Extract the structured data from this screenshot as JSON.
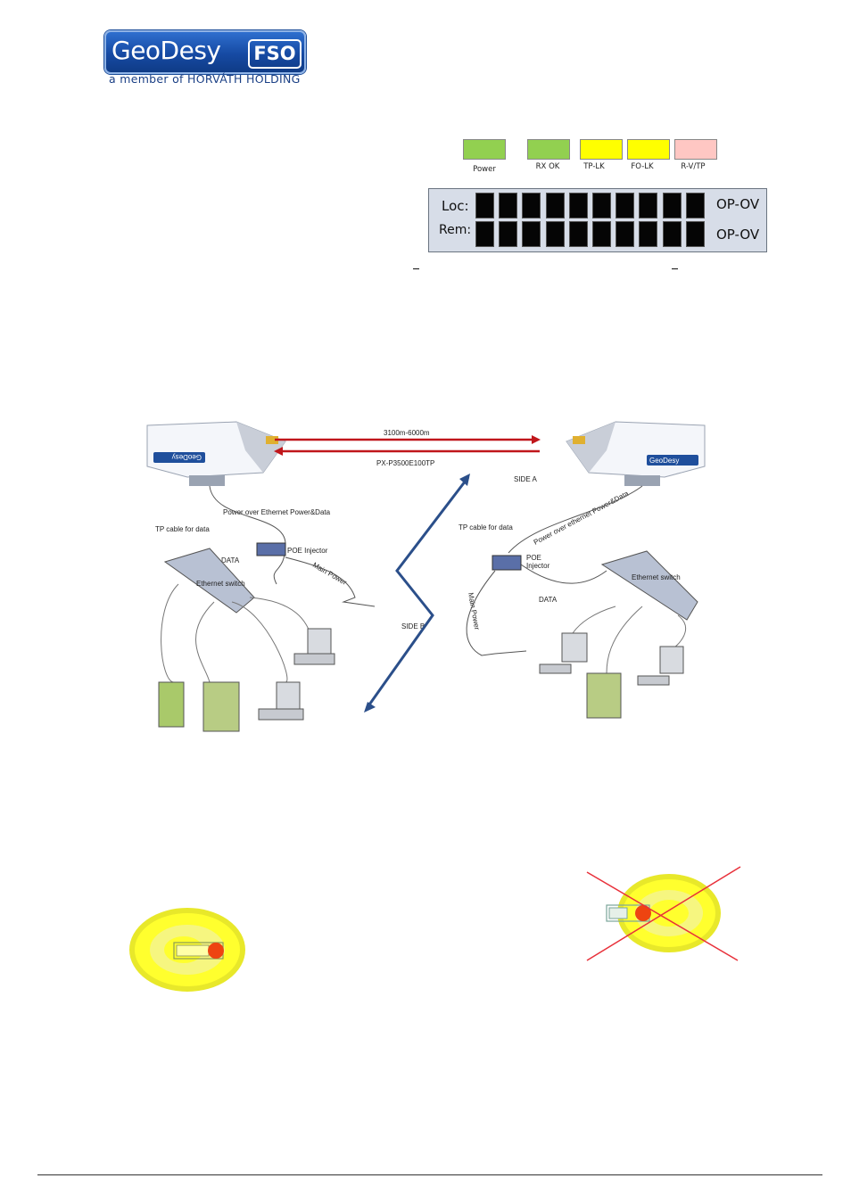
{
  "logo": {
    "brand": "GeoDesy",
    "badge": "FSO",
    "tagline": "a member of HORVÁTH HOLDING"
  },
  "indicators": [
    {
      "label": "Power",
      "color": "#92d050"
    },
    {
      "label": "RX OK",
      "color": "#92d050"
    },
    {
      "label": "TP-LK",
      "color": "#ffff00"
    },
    {
      "label": "FO-LK",
      "color": "#ffff00"
    },
    {
      "label": "R-V/TP",
      "color": "#ffc7c3"
    }
  ],
  "panel": {
    "row1_label": "Loc:",
    "row2_label": "Rem:",
    "row1_right": "OP-OV",
    "row2_right": "OP-OV",
    "cells_per_row": 10
  },
  "diagram": {
    "distance": "3100m-6000m",
    "model": "PX-P3500E100TP",
    "side_a": "SIDE A",
    "side_b": "SIDE B",
    "left_poe": "Power over Ethernet Power&Data",
    "left_tp": "TP cable for data",
    "left_injector": "POE Injector",
    "left_data": "DATA",
    "left_switch": "Ethernet switch",
    "left_main_power": "Main Power",
    "right_tp": "TP cable for data",
    "right_poe": "Power over ethernet Power&Data",
    "right_injector_1": "POE",
    "right_injector_2": "Injector",
    "right_switch": "Ethernet switch",
    "right_data": "DATA",
    "right_main_power": "Main Power",
    "unit_brand": "GeoDesy"
  },
  "colors": {
    "link_arrow": "#c0161b",
    "zigzag": "#2b4f8a",
    "beam_yellow": "#ffff33",
    "cross": "#e8303a"
  }
}
